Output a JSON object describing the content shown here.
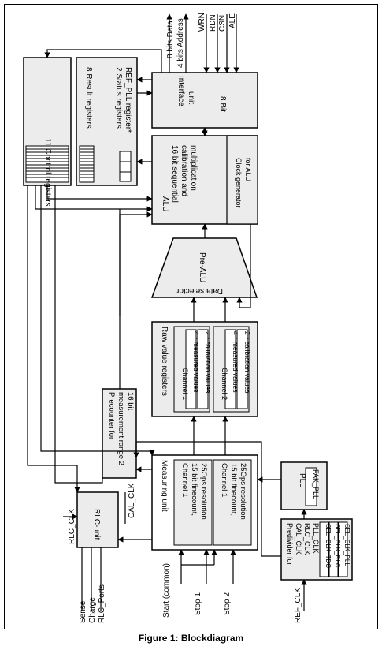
{
  "caption": "Figure 1: Blockdiagram",
  "colors": {
    "box_fill": "#ececec",
    "line": "#000000",
    "background": "#ffffff"
  },
  "blocks": {
    "control_registers": {
      "label": "11 Control registers"
    },
    "result_registers": {
      "label": "8 Result registers"
    },
    "status_registers": {
      "line1": "2 Status registers",
      "line2": "REF_PLL register*"
    },
    "interface_unit": {
      "line1": "Interface",
      "line2": "unit",
      "bit": "8 Bit"
    },
    "alu": {
      "line1": "ALU",
      "line2": "16 bit sequential",
      "line3": "calibration and",
      "line4": "multiplication"
    },
    "clock_generator": {
      "line1": "Clock generator",
      "line2": "for ALU"
    },
    "pre_alu": {
      "label": "Pre-ALU"
    },
    "data_selector": {
      "label": "Data selector"
    },
    "raw_value_registers": {
      "label": "Raw value registers"
    },
    "raw_channel_1": {
      "title": "Channel 1",
      "measured": "4 * measured values",
      "calibration": "2 * calibration values"
    },
    "raw_channel_2": {
      "title": "Channel 2",
      "measured": "4 * measured values",
      "calibration": "2 * calibration values"
    },
    "precounter": {
      "line1": "Precounter for",
      "line2": "measurement range 2",
      "line3": "16 bit"
    },
    "measuring_unit": {
      "label": "Measuring unit"
    },
    "mu_channel_1": {
      "line1": "Channel 1",
      "line2": "15 bit finecount,",
      "line3": "25Ops resolution"
    },
    "mu_channel_2": {
      "line1": "Channel 1",
      "line2": "15 bit finecount,",
      "line3": "25Ops resolution"
    },
    "rlc_unit": {
      "label": "RLC-unit"
    },
    "pll": {
      "title": "PLL",
      "flag": "FAK_PLL"
    },
    "predivider": {
      "line1": "Predivider for",
      "line2": "CAL_CLK",
      "line3": "RLC_CLK",
      "line4": "PLL_CLK",
      "sel1": "SEL_CLK_TDC",
      "sel2": "SEL_CLK_RLC",
      "sel3": "SEL_CLK_PLL"
    }
  },
  "signals": {
    "data_bus": "8 bits Data",
    "address_bus": "4 bits Address",
    "wrn": "WRN",
    "rdn": "RDN",
    "csn": "CSN",
    "ale": "ALE",
    "rlc_clk": "RLC_CLK",
    "cal_clk": "CAL_CLK",
    "start": "Start (common)",
    "stop1": "Stop 1",
    "stop2": "Stop 2",
    "ref_clk": "REF_CLK",
    "sense": "Sense",
    "charge": "Charge",
    "rlc_ports": "RLC_Ports"
  }
}
